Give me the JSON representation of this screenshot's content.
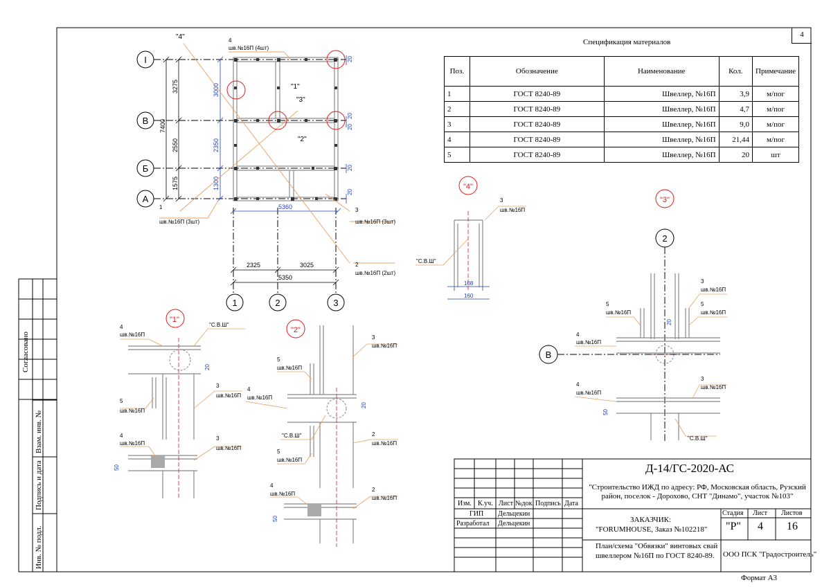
{
  "page_number": "4",
  "spec": {
    "title": "Спецификация материалов",
    "headers": [
      "Поз.",
      "Обозначение",
      "Наименование",
      "Кол.",
      "Примечание"
    ],
    "rows": [
      [
        "1",
        "ГОСТ 8240-89",
        "Швеллер, №16П",
        "3,9",
        "м/пог"
      ],
      [
        "2",
        "ГОСТ 8240-89",
        "Швеллер, №16П",
        "4,7",
        "м/пог"
      ],
      [
        "3",
        "ГОСТ 8240-89",
        "Швеллер, №16П",
        "9,0",
        "м/пог"
      ],
      [
        "4",
        "ГОСТ 8240-89",
        "Швеллер, №16П",
        "21,44",
        "м/пог"
      ],
      [
        "5",
        "ГОСТ 8240-89",
        "Швеллер, №16П",
        "20",
        "шт"
      ]
    ]
  },
  "plan": {
    "axes_rows": [
      "I",
      "В",
      "Б",
      "А"
    ],
    "axes_cols": [
      "1",
      "2",
      "3"
    ],
    "dims_left": [
      "3275",
      "2550",
      "1575"
    ],
    "dim_total": "7400",
    "dims_inner": [
      "3000",
      "2350",
      "1300"
    ],
    "dim_top": "5360",
    "dims_bottom": [
      "2325",
      "3025"
    ],
    "dim_bottom_total": "5350",
    "callouts": [
      "\"4\"",
      "\"1\"",
      "\"3\"",
      "\"2\""
    ],
    "small_dim": "20",
    "labels": [
      {
        "num": "4",
        "text": "шв.№16П (4шт)"
      },
      {
        "num": "1",
        "text": "шв.№16П (3шт)"
      },
      {
        "num": "3",
        "text": "шв.№16П (3шт)"
      },
      {
        "num": "2",
        "text": "шв.№16П (2шт)"
      }
    ]
  },
  "details": {
    "d1": {
      "title": "\"1\""
    },
    "d2": {
      "title": "\"2\""
    },
    "d3": {
      "title": "\"3\""
    },
    "d4": {
      "title": "\"4\""
    },
    "svsh": "\"С.В.Ш\"",
    "shv": "шв.№16П",
    "nums": [
      "1",
      "2",
      "3",
      "4",
      "5"
    ],
    "dims": [
      "20",
      "50",
      "108",
      "160"
    ],
    "axis_2": "2",
    "axis_v": "В"
  },
  "side_stamp": [
    "Согласовано",
    "Взам. инв. №",
    "Подпись и дата",
    "Инв. № подл."
  ],
  "title_block": {
    "code": "Д-14/ГС-2020-АС",
    "project": "\"Строительство ИЖД по адресу: РФ, Московская область, Рузский район, поселок - Дорохово, СНТ \"Динамо\", участок №103\"",
    "cols": [
      "Изм.",
      "К.уч.",
      "Лист",
      "№док.",
      "Подпись",
      "Дата"
    ],
    "gip_label": "ГИП",
    "gip_name": "Дельцекин",
    "dev_label": "Разработал",
    "dev_name": "Дельцекин",
    "customer_label": "ЗАКАЗЧИК:",
    "customer": "\"FORUMHOUSE, Заказ №102218\"",
    "stage_label": "Стадия",
    "sheet_label": "Лист",
    "sheets_label": "Листов",
    "stage": "\"Р\"",
    "sheet": "4",
    "sheets": "16",
    "drawing_1": "План/схема \"Обвязки\" винтовых свай",
    "drawing_2": "швеллером №16П по ГОСТ 8240-89.",
    "company": "ООО ПСК \"Градостроитель\"",
    "format": "Формат А3"
  },
  "colors": {
    "blue": "#1f3fbf",
    "red": "#e01818",
    "leader": "#e8a060",
    "gray": "#9a9a9a"
  }
}
